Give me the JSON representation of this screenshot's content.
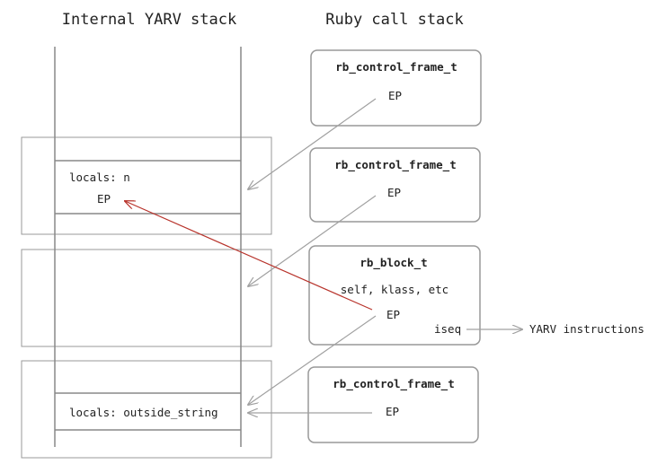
{
  "headers": {
    "left": "Internal YARV stack",
    "right": "Ruby call stack"
  },
  "stack": {
    "top_frame": {
      "locals": "locals: n",
      "ep": "EP"
    },
    "bottom_frame": {
      "locals": "locals: outside_string"
    }
  },
  "call_stack": {
    "frame1": {
      "title": "rb_control_frame_t",
      "ep": "EP"
    },
    "frame2": {
      "title": "rb_control_frame_t",
      "ep": "EP"
    },
    "block": {
      "title": "rb_block_t",
      "fields": "self, klass, etc",
      "ep": "EP",
      "iseq": "iseq"
    },
    "frame4": {
      "title": "rb_control_frame_t",
      "ep": "EP"
    }
  },
  "yarv_instructions": "YARV instructions",
  "colors": {
    "box_stroke": "#999999",
    "stack_stroke": "#888888",
    "arrow_gray": "#a0a0a0",
    "arrow_red": "#b8332b"
  }
}
